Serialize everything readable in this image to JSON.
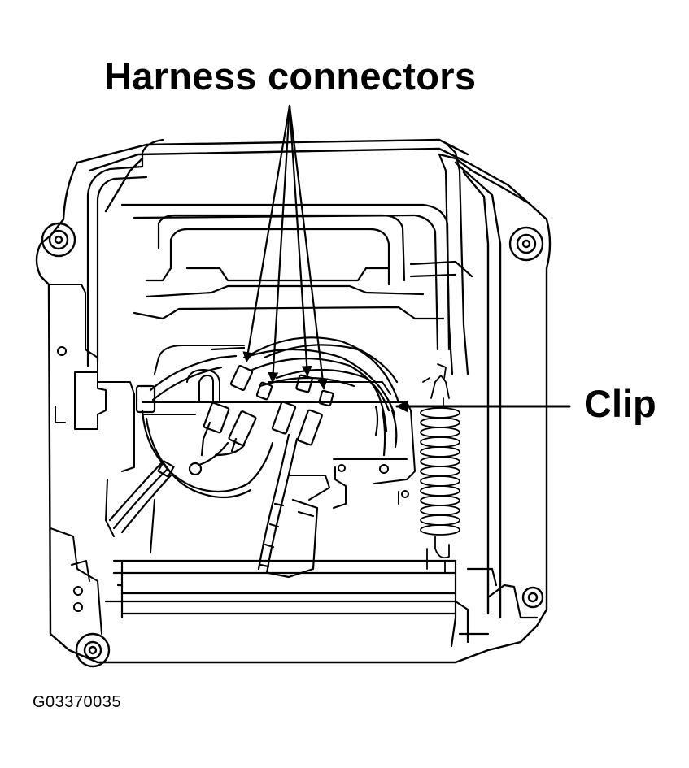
{
  "labels": {
    "harness_connectors": "Harness connectors",
    "clip": "Clip",
    "figure_code": "G03370035"
  },
  "colors": {
    "ink": "#000000",
    "paper": "#ffffff"
  }
}
